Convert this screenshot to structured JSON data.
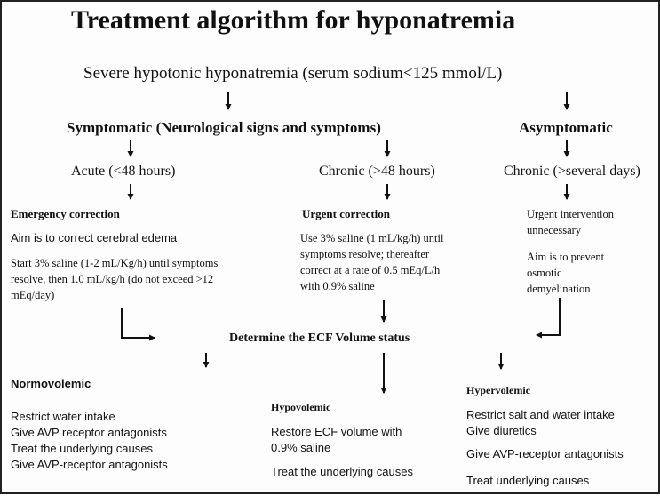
{
  "title": "Treatment algorithm for hyponatremia",
  "top_node": "Severe hypotonic hyponatremia (serum sodium<125 mmol/L)",
  "symptomatic": {
    "heading": "Symptomatic (Neurological signs and symptoms)",
    "acute": {
      "label": "Acute (<48 hours)",
      "heading": "Emergency correction",
      "aim": "Aim is to correct cerebral edema",
      "lines": [
        "Start 3% saline (1-2 mL/Kg/h) until symptoms",
        "resolve, then 1.0 mL/kg/h (do not exceed >12",
        "mEq/day)"
      ]
    },
    "chronic": {
      "label": "Chronic (>48 hours)",
      "heading": "Urgent correction",
      "lines": [
        "Use 3% saline (1 mL/kg/h) until",
        "symptoms resolve; thereafter",
        "correct at a rate of 0.5 mEq/L/h",
        "with 0.9% saline"
      ]
    }
  },
  "asymptomatic": {
    "heading": "Asymptomatic",
    "label": "Chronic (>several days)",
    "line1": [
      "Urgent intervention",
      "unnecessary"
    ],
    "line2": [
      "Aim is to prevent",
      "osmotic",
      "demyelination"
    ]
  },
  "ecf": "Determine the ECF Volume status",
  "normovolemic": {
    "heading": "Normovolemic",
    "items": [
      "Restrict water intake",
      "Give AVP receptor antagonists",
      "Treat the underlying causes",
      "Give AVP-receptor antagonists"
    ]
  },
  "hypovolemic": {
    "heading": "Hypovolemic",
    "items": [
      "Restore ECF volume with",
      "0.9% saline"
    ],
    "extra": "Treat the underlying causes"
  },
  "hypervolemic": {
    "heading": "Hypervolemic",
    "items": [
      "Restrict salt and water intake",
      "Give diuretics"
    ],
    "item2": "Give AVP-receptor antagonists",
    "item3": "Treat underlying causes"
  }
}
